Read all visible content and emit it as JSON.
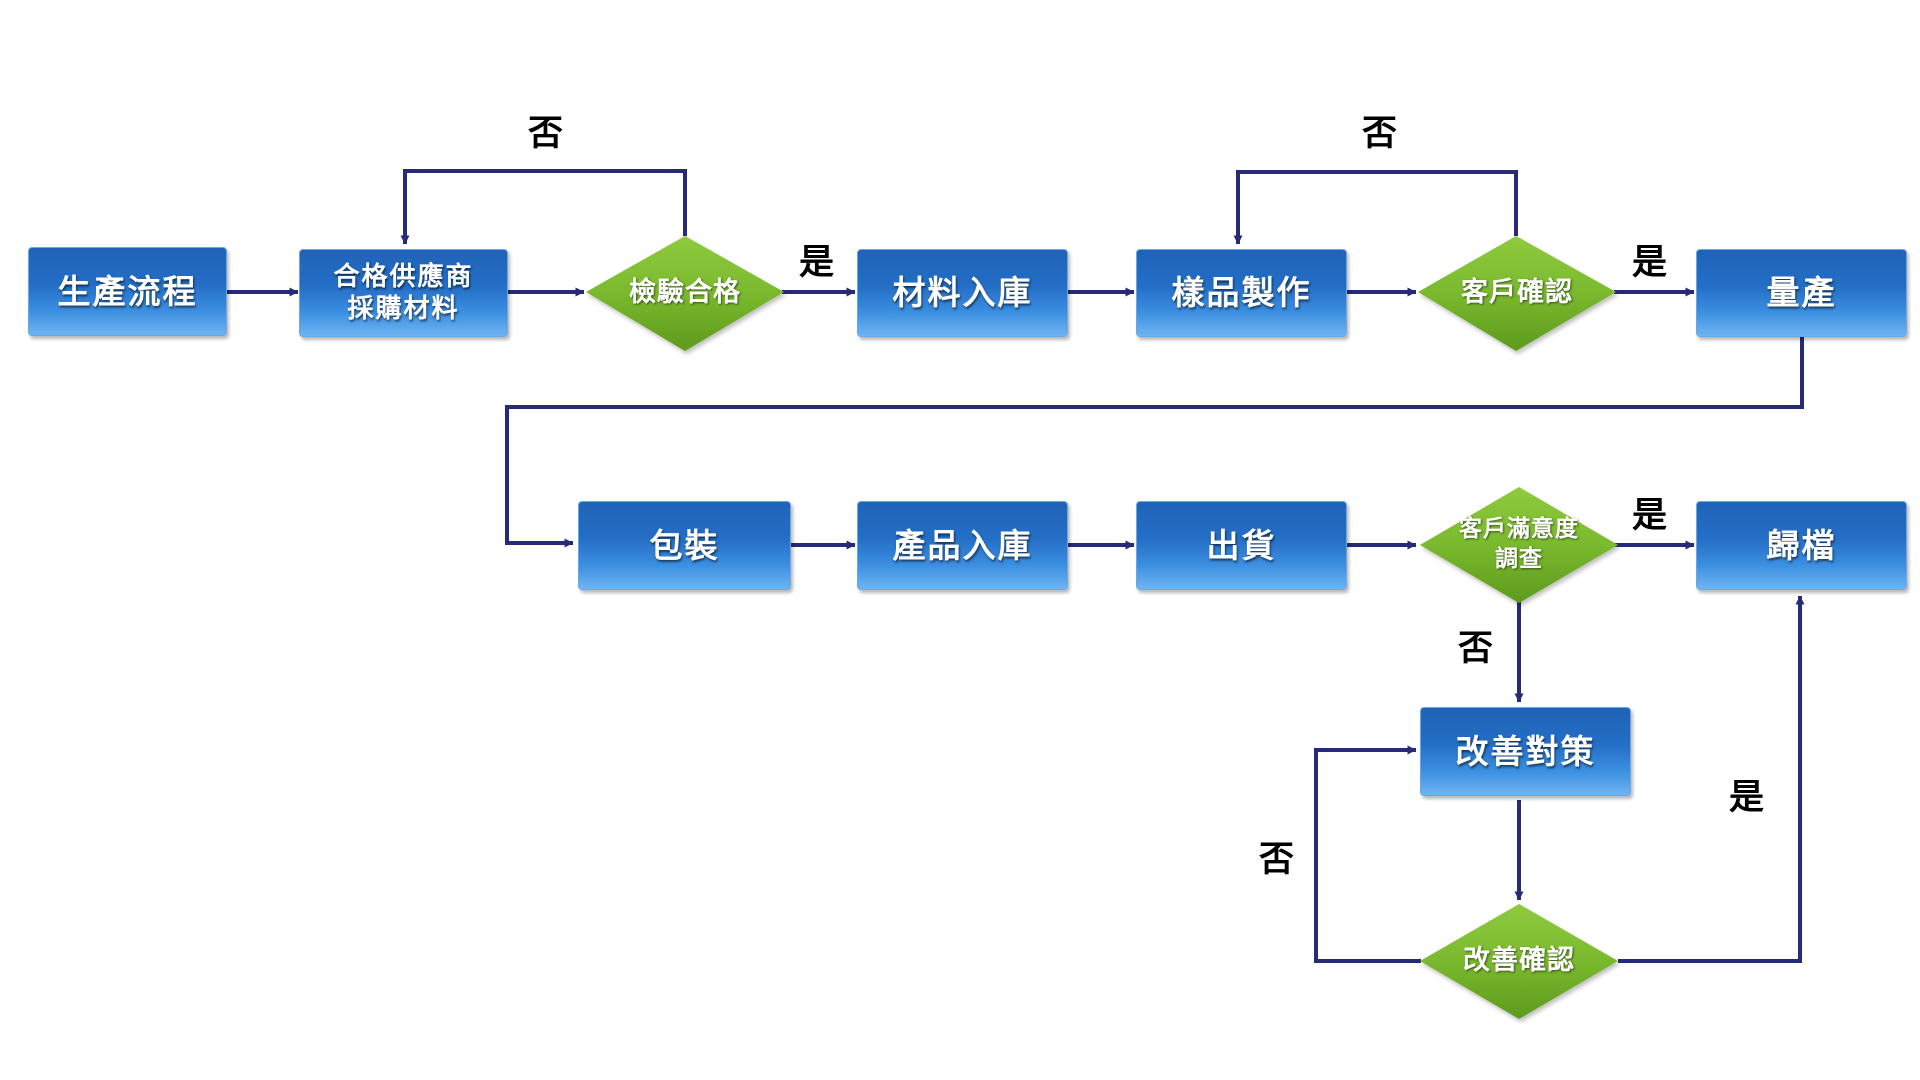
{
  "colors": {
    "box_top": "#1f63b6",
    "box_bottom": "#6fb4f2",
    "diamond_top": "#8fca3e",
    "diamond_bottom": "#5e9a1e",
    "connector": "#262a78",
    "edge_label": "#000000"
  },
  "nodes": {
    "start": "生產流程",
    "supplier": "合格供應商\n採購材料",
    "inspect": "檢驗合格",
    "material_in": "材料入庫",
    "sample": "樣品製作",
    "customer_confirm": "客戶確認",
    "mass_production": "量產",
    "packaging": "包裝",
    "product_in": "產品入庫",
    "shipping": "出貨",
    "satisfaction": "客戶滿意度\n調查",
    "archive": "歸檔",
    "improve_plan": "改善對策",
    "improve_confirm": "改善確認"
  },
  "edge_labels": {
    "inspect_no": "否",
    "inspect_yes": "是",
    "confirm_no": "否",
    "confirm_yes": "是",
    "satisfaction_yes": "是",
    "satisfaction_no": "否",
    "improve_no": "否",
    "improve_yes": "是"
  }
}
